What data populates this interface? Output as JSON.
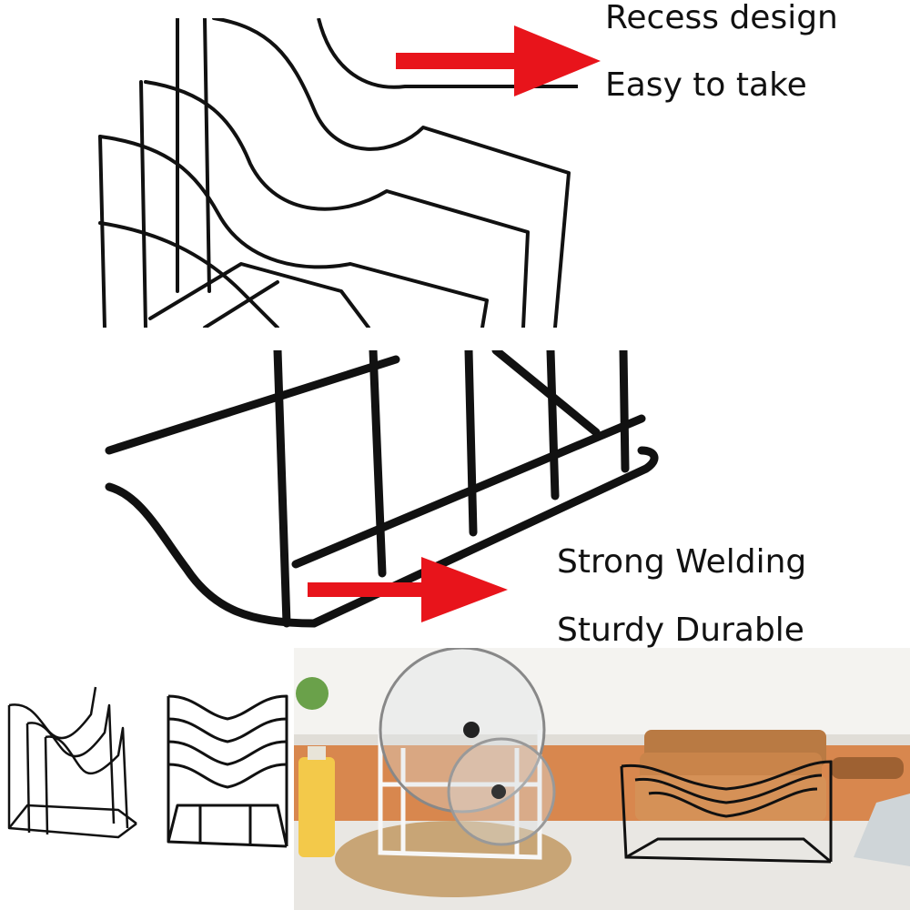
{
  "captions": {
    "top_line1": "Recess design",
    "top_line2": "Easy to take",
    "mid_line1": "Strong Welding",
    "mid_line2": "Sturdy Durable"
  },
  "colors": {
    "arrow": "#e8141b",
    "wire": "#111111",
    "wire_white": "#f2f2f2",
    "counter": "#e9e7e3",
    "wood": "#c9844a",
    "cabinet": "#d8874e"
  },
  "icons": {
    "arrow_top": "red-arrow-icon",
    "arrow_mid": "red-arrow-icon"
  }
}
